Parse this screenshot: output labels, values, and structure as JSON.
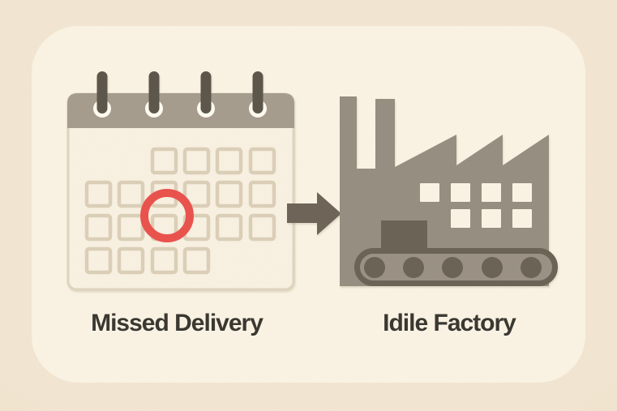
{
  "figure": {
    "type": "cause-effect illustration",
    "left_label": "Missed Delivery",
    "right_label": "Idile Factory"
  },
  "labels": {
    "missed_delivery": "Missed Delivery",
    "idle_factory": "Idile Factory"
  },
  "icons": [
    {
      "name": "calendar-icon",
      "description": "wall calendar with binder rings and a red-circled date"
    },
    {
      "name": "arrow-right-icon",
      "description": "arrow pointing from calendar to factory"
    },
    {
      "name": "factory-icon",
      "description": "factory with chimneys, sawtooth roof, windows, crate and conveyor belt"
    }
  ],
  "colors": {
    "background": "#f0e2cc",
    "card": "#faf3e3",
    "accent_red": "#ea534e",
    "dark_gray": "#6b6357",
    "arrow_gray": "#6e6558",
    "factory_gray": "#978f81",
    "conveyor_fill": "#9b9285",
    "calendar_header": "#a79d8f",
    "calendar_body": "#f8f0e1",
    "cell_stroke": "#dccfb8",
    "ring_peg": "#5d564b",
    "text": "#3b3831"
  }
}
